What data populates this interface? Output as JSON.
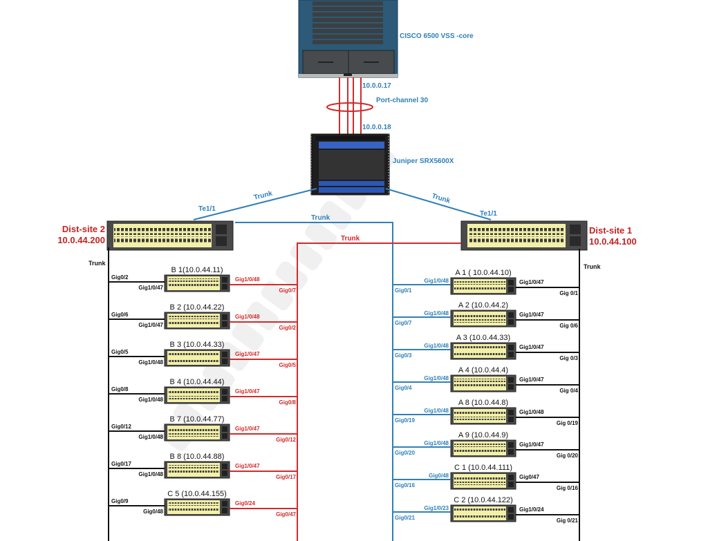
{
  "core": {
    "name": "CISCO 6500 VSS -core",
    "ip_top": "10.0.0.17",
    "portchannel": "Port-channel 30",
    "ip_bottom": "10.0.0.18"
  },
  "firewall": {
    "name": "Juniper SRX5600X"
  },
  "dist2": {
    "name": "Dist-site 2",
    "ip": "10.0.44.200",
    "uplink_port": "Te1/1",
    "uplink_label": "Trunk",
    "down_label": "Trunk"
  },
  "dist1": {
    "name": "Dist-site 1",
    "ip": "10.0.44.100",
    "uplink_port": "Te1/1",
    "uplink_label": "Trunk",
    "down_label": "Trunk"
  },
  "cross_links": {
    "blue": "Trunk",
    "red": "Trunk"
  },
  "left_switches": [
    {
      "title": "B 1(10.0.44.11)",
      "dist_port": "Gig0/2",
      "local_black": "Gig1/0/47",
      "local_red": "Gig1/0/48",
      "remote_red": "Gig0/7"
    },
    {
      "title": "B 2  (10.0.44.22)",
      "dist_port": "Gig0/6",
      "local_black": "Gig1/0/47",
      "local_red": "Gig1/0/48",
      "remote_red": "Gig0/2"
    },
    {
      "title": "B 3 (10.0.44.33)",
      "dist_port": "Gig0/5",
      "local_black": "Gig1/0/48",
      "local_red": "Gig1/0/47",
      "remote_red": "Gig0/5"
    },
    {
      "title": "B 4  (10.0.44.44)",
      "dist_port": "Gig0/8",
      "local_black": "Gig1/0/48",
      "local_red": "Gig1/0/47",
      "remote_red": "Gig0/8"
    },
    {
      "title": "B 7  (10.0.44.77)",
      "dist_port": "Gig0/12",
      "local_black": "Gig1/0/48",
      "local_red": "Gig1/0/47",
      "remote_red": "Gig0/12"
    },
    {
      "title": "B 8  (10.0.44.88)",
      "dist_port": "Gig0/17",
      "local_black": "Gig1/0/48",
      "local_red": "Gig1/0/47",
      "remote_red": "Gig0/17"
    },
    {
      "title": "C 5 (10.0.44.155)",
      "dist_port": "Gig0/9",
      "local_black": "Gig0/48",
      "local_red": "Gig0/24",
      "remote_red": "Gig0/47"
    }
  ],
  "right_switches": [
    {
      "title": "A 1 ( 10.0.44.10)",
      "remote_blue": "Gig0/1",
      "local_blue": "Gig1/0/48",
      "local_black": "Gig1/0/47",
      "dist_port": "Gig 0/1"
    },
    {
      "title": "A 2  (10.0.44.2)",
      "remote_blue": "Gig0/7",
      "local_blue": "Gig1/0/48",
      "local_black": "Gig1/0/47",
      "dist_port": "Gig 0/6"
    },
    {
      "title": "A 3  (10.0.44.33)",
      "remote_blue": "Gig0/3",
      "local_blue": "Gig1/0/48",
      "local_black": "Gig1/0/47",
      "dist_port": "Gig 0/3"
    },
    {
      "title": "A 4 (10.0.44.4)",
      "remote_blue": "Gig0/4",
      "local_blue": "Gig1/0/48",
      "local_black": "Gig1/0/47",
      "dist_port": "Gig 0/4"
    },
    {
      "title": "A 8 (10.0.44.8)",
      "remote_blue": "Gig0/19",
      "local_blue": "Gig1/0/48",
      "local_black": "Gig1/0/48",
      "dist_port": "Gig 0/19"
    },
    {
      "title": "A 9 (10.0.44.9)",
      "remote_blue": "Gig0/20",
      "local_blue": "Gig1/0/48",
      "local_black": "Gig1/0/47",
      "dist_port": "Gig 0/20"
    },
    {
      "title": "C 1 (10.0.44.111)",
      "remote_blue": "Gig0/16",
      "local_blue": "Gig0/48",
      "local_black": "Gig0/47",
      "dist_port": "Gig 0/16"
    },
    {
      "title": "C 2 (10.0.44.122)",
      "remote_blue": "Gig0/21",
      "local_blue": "Gig1/0/23",
      "local_black": "Gig1/0/24",
      "dist_port": "Gig 0/21"
    }
  ],
  "watermark": "shyamsarnegouni",
  "colors": {
    "blue": "#2f7fb8",
    "red": "#d12a2a",
    "black": "#111111",
    "switch_face": "#f3f0a8",
    "core_blue": "#2c5a78"
  }
}
